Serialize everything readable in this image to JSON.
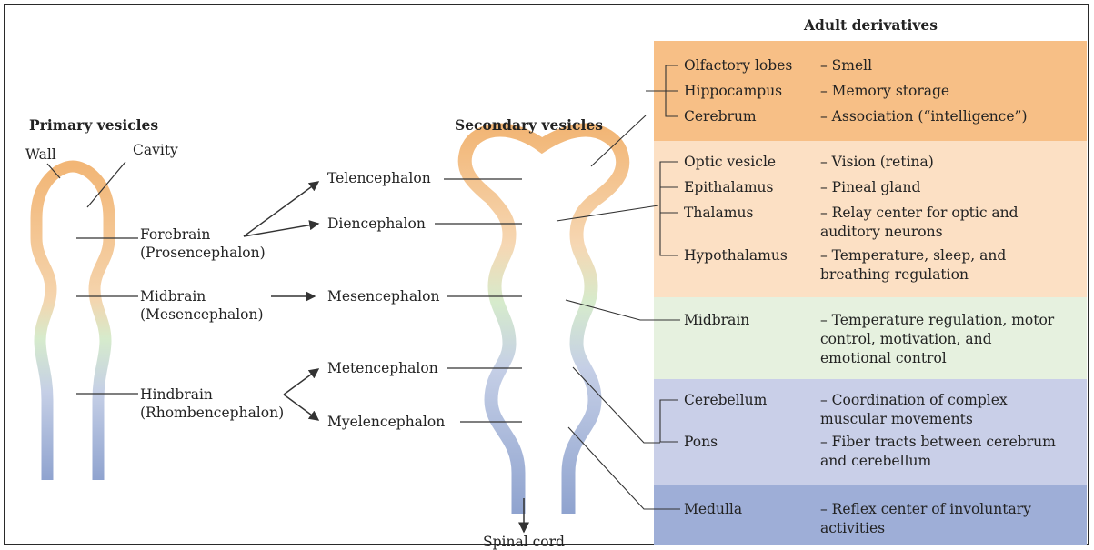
{
  "titles": {
    "primary": "Primary vesicles",
    "secondary": "Secondary vesicles",
    "adult": "Adult derivatives"
  },
  "labels": {
    "wall": "Wall",
    "cavity": "Cavity",
    "spinal_cord": "Spinal cord"
  },
  "primary_vesicles": [
    {
      "name": "Forebrain",
      "latin": "(Prosencephalon)"
    },
    {
      "name": "Midbrain",
      "latin": "(Mesencephalon)"
    },
    {
      "name": "Hindbrain",
      "latin": "(Rhombencephalon)"
    }
  ],
  "secondary_vesicles": [
    "Telencephalon",
    "Diencephalon",
    "Mesencephalon",
    "Metencephalon",
    "Myelencephalon"
  ],
  "colors": {
    "band_1": "#f7bf86",
    "band_2": "#fce0c4",
    "band_3": "#e6f1df",
    "band_4": "#c9cfe8",
    "band_5": "#9eaed7",
    "tube_orange": "#f2b676",
    "tube_green": "#cfe6c3",
    "tube_blue": "#8fa3cf"
  },
  "derivatives": [
    {
      "rows": [
        {
          "structure": "Olfactory lobes",
          "function": "– Smell"
        },
        {
          "structure": "Hippocampus",
          "function": "– Memory storage"
        },
        {
          "structure": "Cerebrum",
          "function": "– Association (“intelligence”)"
        }
      ]
    },
    {
      "rows": [
        {
          "structure": "Optic vesicle",
          "function": "– Vision (retina)"
        },
        {
          "structure": "Epithalamus",
          "function": "– Pineal gland"
        },
        {
          "structure": "Thalamus",
          "function": "– Relay center for optic and\n  auditory neurons"
        },
        {
          "structure": "Hypothalamus",
          "function": "– Temperature, sleep, and\n  breathing regulation"
        }
      ]
    },
    {
      "rows": [
        {
          "structure": "Midbrain",
          "function": "– Temperature regulation, motor\n  control, motivation, and\n  emotional control"
        }
      ]
    },
    {
      "rows": [
        {
          "structure": "Cerebellum",
          "function": "– Coordination of complex\n  muscular movements"
        },
        {
          "structure": "Pons",
          "function": "– Fiber tracts between cerebrum\n  and cerebellum"
        }
      ]
    },
    {
      "rows": [
        {
          "structure": "Medulla",
          "function": "– Reflex center of involuntary\n  activities"
        }
      ]
    }
  ]
}
